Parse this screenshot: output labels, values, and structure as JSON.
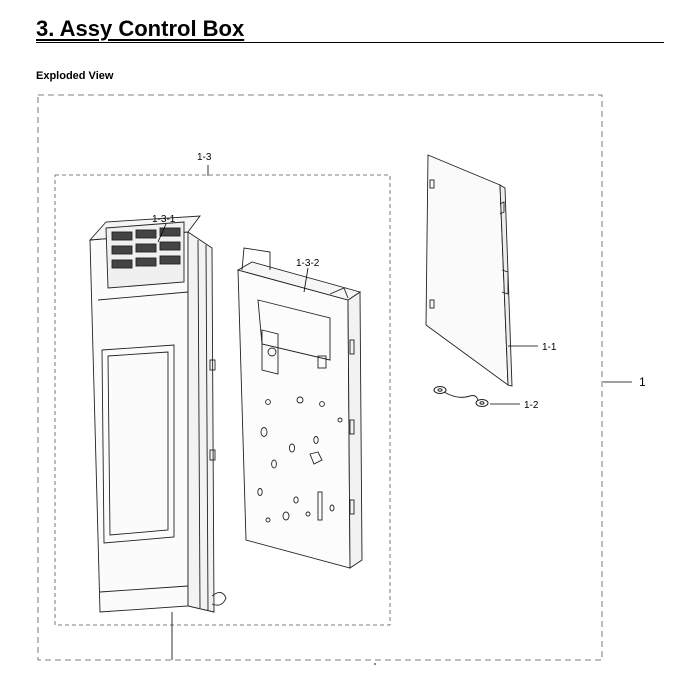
{
  "header": {
    "title": "3.  Assy Control Box",
    "subtitle": "Exploded View"
  },
  "labels": {
    "assembly": "1",
    "sub_assembly": "1-3",
    "front_panel": "1-3-1",
    "frame": "1-3-2",
    "pcb": "1-1",
    "wire": "1-2"
  }
}
